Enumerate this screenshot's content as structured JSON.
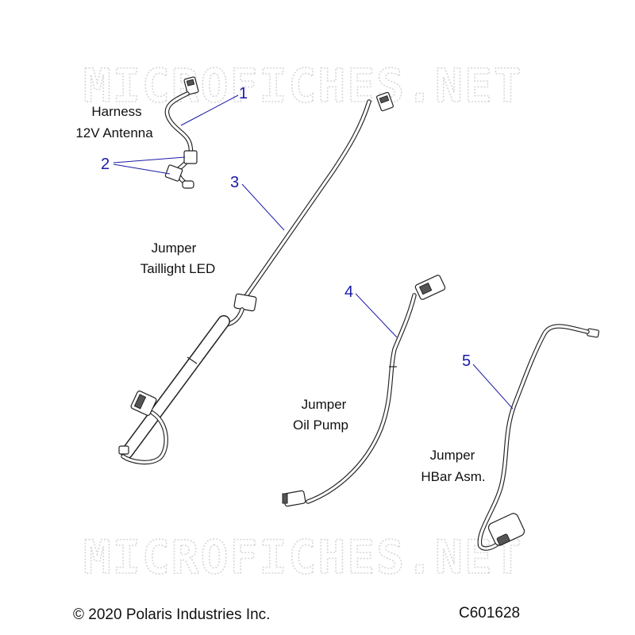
{
  "watermark": {
    "text": "MICROFICHES.NET"
  },
  "parts": [
    {
      "callout": "1",
      "name_line1": "Harness",
      "name_line2": "12V Antenna"
    },
    {
      "callout": "2"
    },
    {
      "callout": "3",
      "name_line1": "Jumper",
      "name_line2": "Taillight LED"
    },
    {
      "callout": "4",
      "name_line1": "Jumper",
      "name_line2": "Oil Pump"
    },
    {
      "callout": "5",
      "name_line1": "Jumper",
      "name_line2": "HBar Asm."
    }
  ],
  "footer": {
    "copyright": "© 2020 Polaris Industries Inc.",
    "diagram_id": "C601628"
  },
  "colors": {
    "callout": "#1a1aa8",
    "line": "#222222",
    "watermark": "#d6d6d6"
  }
}
